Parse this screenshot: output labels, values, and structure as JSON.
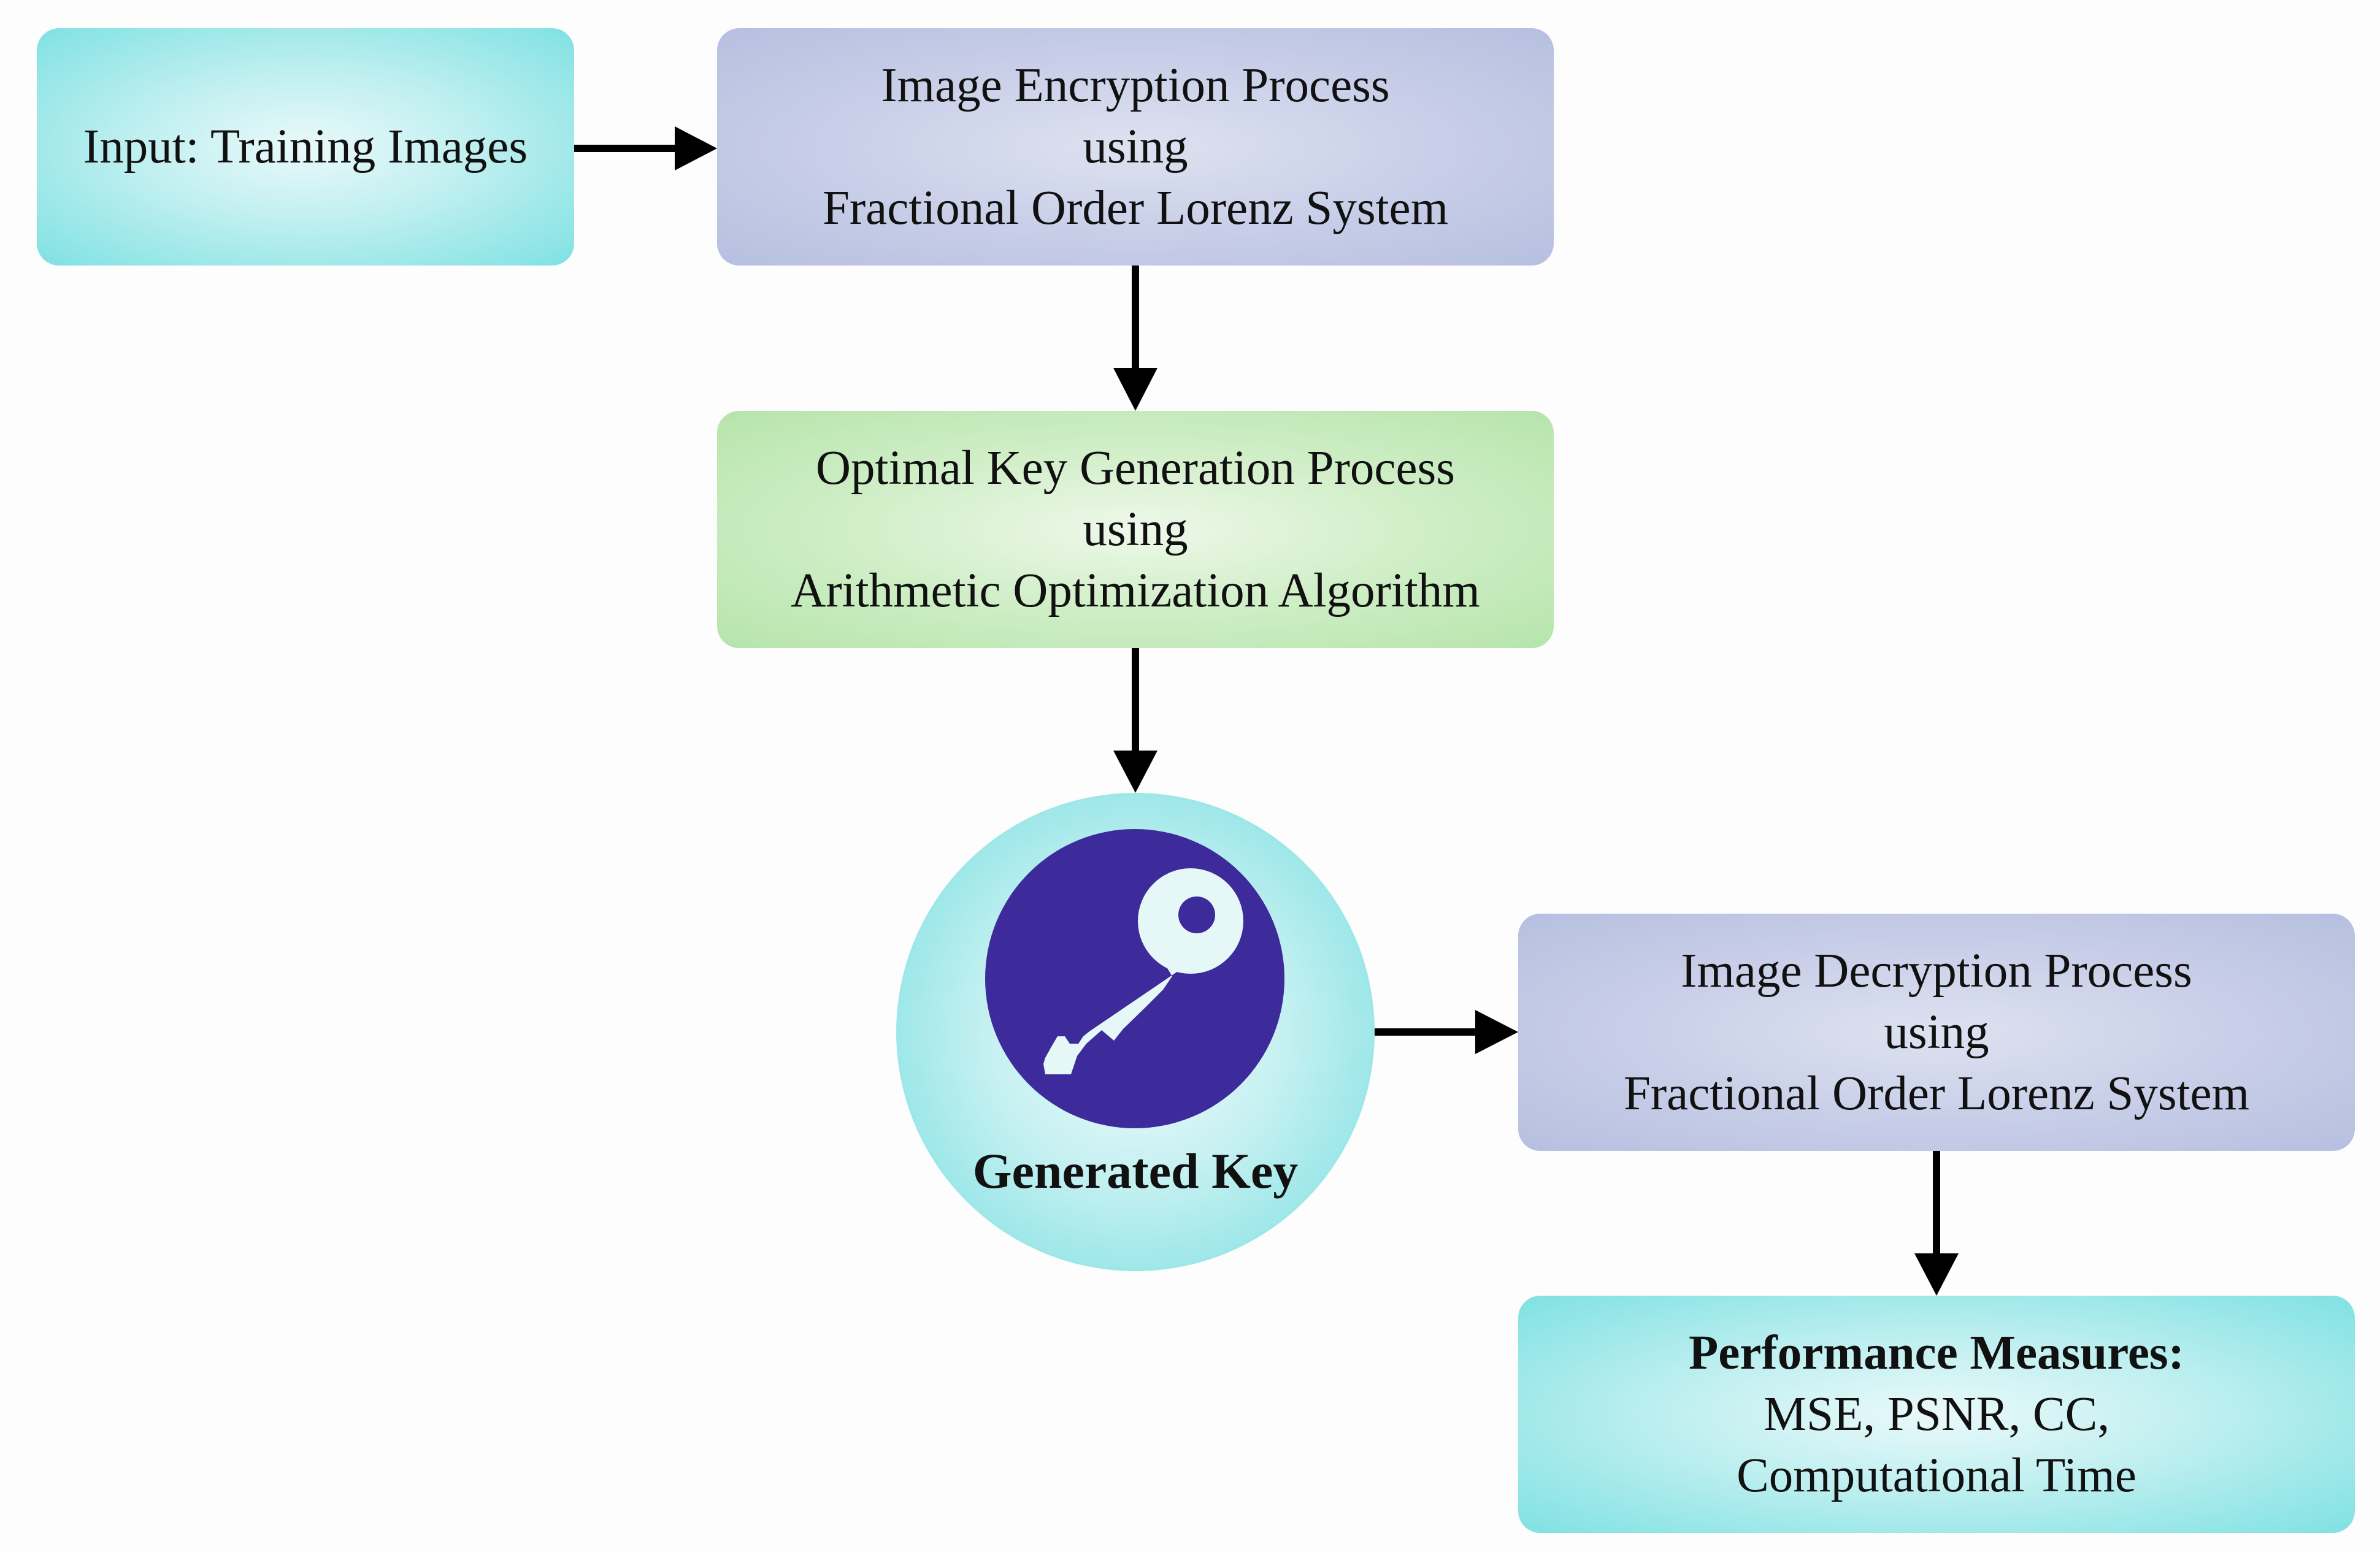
{
  "nodes": {
    "input": {
      "line1": "Input: Training Images"
    },
    "encryption": {
      "line1": "Image Encryption Process",
      "line2": "using",
      "line3": "Fractional Order Lorenz System"
    },
    "key_generation": {
      "line1": "Optimal Key Generation Process",
      "line2": "using",
      "line3": "Arithmetic Optimization Algorithm"
    },
    "generated_key": {
      "label": "Generated Key",
      "icon": "key-icon"
    },
    "decryption": {
      "line1": "Image Decryption Process",
      "line2": "using",
      "line3": "Fractional Order Lorenz System"
    },
    "performance": {
      "line1": "Performance Measures:",
      "line2": "MSE, PSNR, CC,",
      "line3": "Computational Time"
    }
  },
  "colors": {
    "teal_box": "#7fe1e3",
    "lavender_box": "#b6bfe0",
    "green_box": "#b6e4ab",
    "key_circle": "#3d2a9b",
    "arrow": "#000000"
  }
}
